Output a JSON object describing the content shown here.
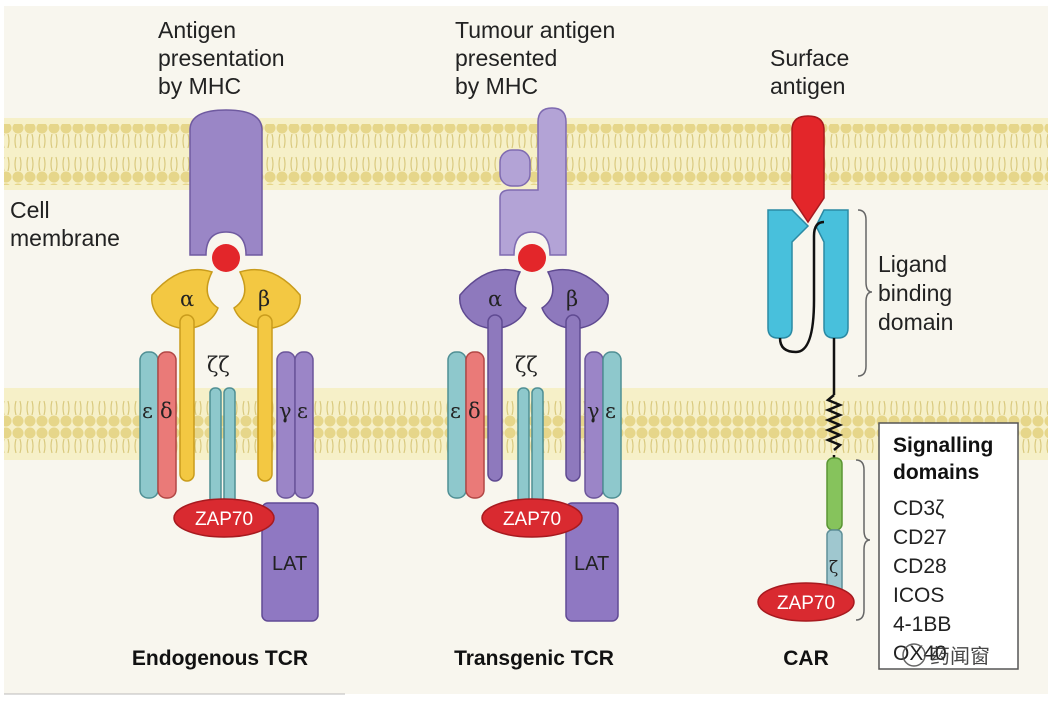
{
  "labels": {
    "col1_top": [
      "Antigen",
      "presentation",
      "by MHC"
    ],
    "col2_top": [
      "Tumour antigen",
      "presented",
      "by MHC"
    ],
    "col3_top": [
      "Surface",
      "antigen"
    ],
    "membrane": [
      "Cell",
      "membrane"
    ],
    "ligand": [
      "Ligand",
      "binding",
      "domain"
    ],
    "col1_bottom": "Endogenous TCR",
    "col2_bottom": "Transgenic TCR",
    "col3_bottom": "CAR"
  },
  "chains": {
    "alpha": "α",
    "beta": "β",
    "epsilon": "ε",
    "delta": "δ",
    "gamma": "γ",
    "zeta": "ζ",
    "zeta_pair": "ζζ"
  },
  "proteins": {
    "zap70": "ZAP70",
    "lat": "LAT"
  },
  "signalling": {
    "title_1": "Signalling",
    "title_2": "domains",
    "items": [
      "CD3ζ",
      "CD27",
      "CD28",
      "ICOS",
      "4-1BB",
      "OX40"
    ]
  },
  "watermark": "药闻窗",
  "colors": {
    "membrane": "#f6f0c8",
    "lipid_head": "#e6d68a",
    "mhc_endogenous": "#9a86c6",
    "mhc_transgenic": "#b3a3d6",
    "tcr_endogenous": "#f3c842",
    "tcr_transgenic": "#8e79bd",
    "cd3_teal": "#8ec8cc",
    "cd3_red": "#ea7a78",
    "cd3_purple": "#9b85c7",
    "antigen_red": "#e3262a",
    "zap70_red": "#d92a30",
    "lat_purple": "#8f78c2",
    "car_cyan": "#48c0dc",
    "car_green": "#86c35c",
    "car_zeta": "#9fc7cf"
  }
}
